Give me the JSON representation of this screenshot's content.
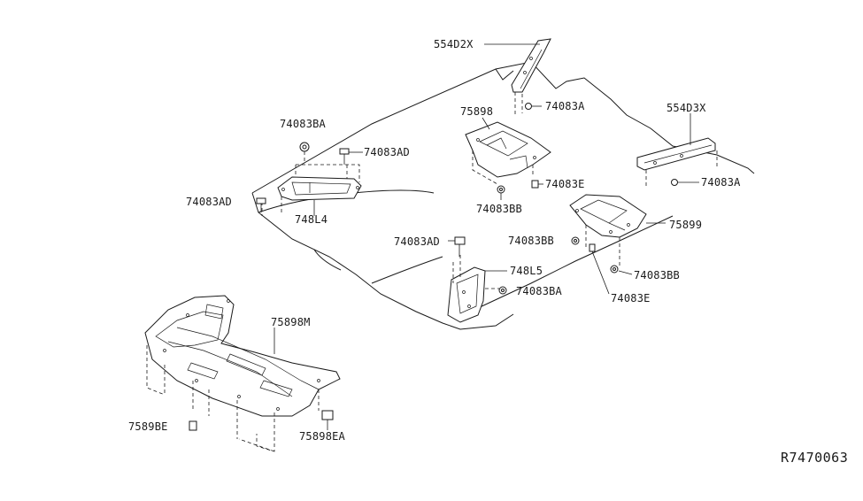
{
  "diagram": {
    "reference_code": "R7470063",
    "callouts": {
      "bracket_554D2X": "554D2X",
      "bracket_554D3X": "554D3X",
      "clip_74083A_top": "74083A",
      "clip_74083A_right": "74083A",
      "cover_75898": "75898",
      "cover_75899": "75899",
      "clip_74083E_center": "74083E",
      "clip_74083E_right": "74083E",
      "clip_74083BB_center": "74083BB",
      "clip_74083BB_right_upper": "74083BB",
      "clip_74083BB_right_lower": "74083BB",
      "clip_74083BA_left": "74083BA",
      "clip_74083BA_center": "74083BA",
      "bolt_74083AD_upper": "74083AD",
      "bolt_74083AD_left": "74083AD",
      "bolt_74083AD_center": "74083AD",
      "cover_748L4": "748L4",
      "cover_748L5": "748L5",
      "undercover_75898M": "75898M",
      "screw_7589BE": "7589BE",
      "nut_75898EA": "75898EA"
    }
  }
}
